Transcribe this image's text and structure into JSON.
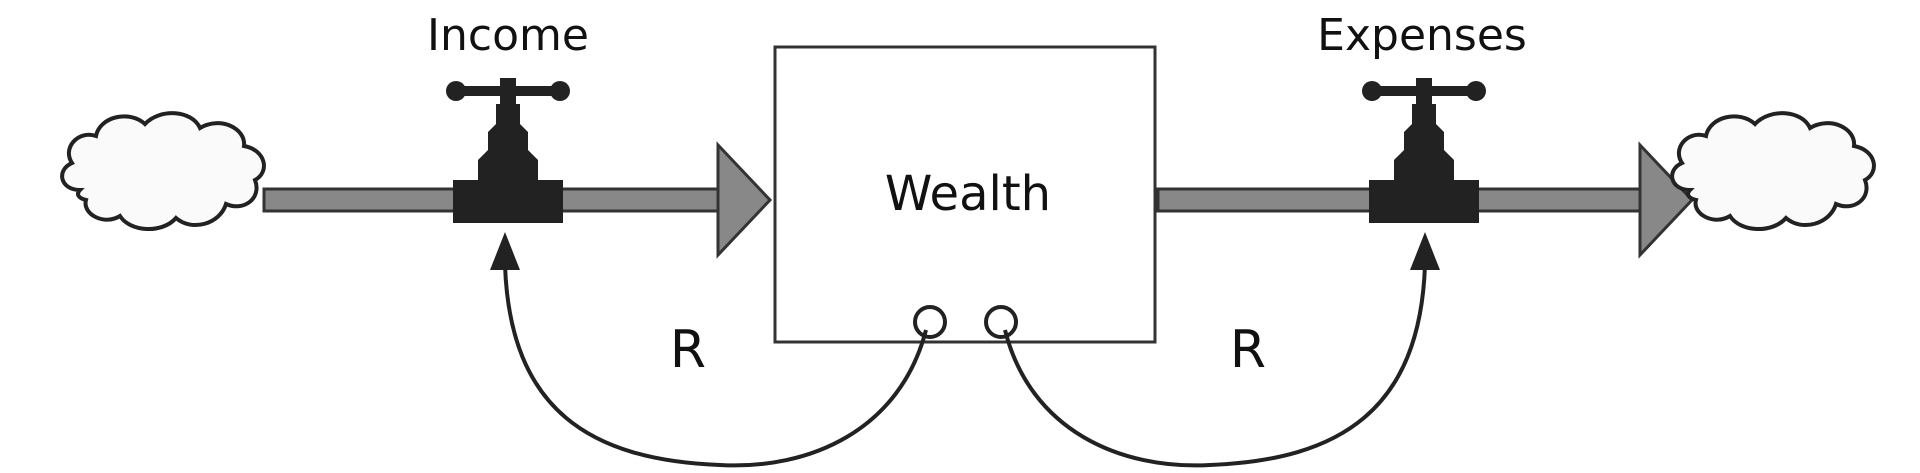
{
  "diagram": {
    "stock": {
      "label": "Wealth"
    },
    "flows": [
      {
        "label": "Income"
      },
      {
        "label": "Expenses"
      }
    ],
    "loops": [
      {
        "label": "R"
      },
      {
        "label": "R"
      }
    ]
  },
  "colors": {
    "pipe": "#888888",
    "valve": "#222222",
    "outline": "#333333",
    "cloud_fill": "#fafafa"
  },
  "icons": [
    "cloud-icon",
    "valve-icon",
    "arrowhead-icon"
  ]
}
